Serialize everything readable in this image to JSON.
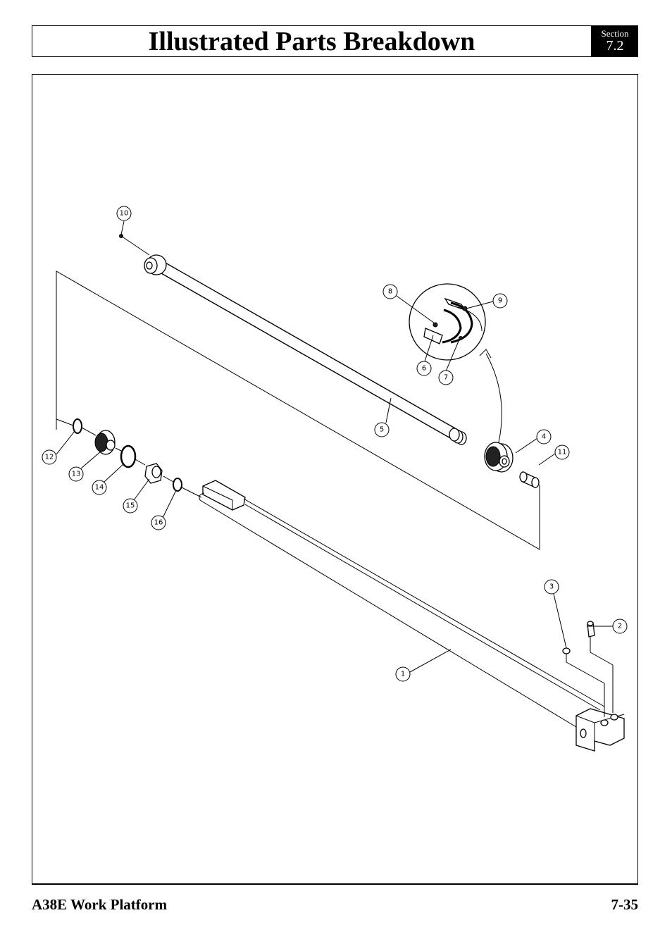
{
  "header": {
    "title": "Illustrated Parts Breakdown",
    "section_label": "Section",
    "section_number": "7.2"
  },
  "footer": {
    "left": "A38E Work Platform",
    "right": "7-35"
  },
  "callouts": [
    "1",
    "2",
    "3",
    "4",
    "5",
    "6",
    "7",
    "8",
    "9",
    "10",
    "11",
    "12",
    "13",
    "14",
    "15",
    "16"
  ]
}
